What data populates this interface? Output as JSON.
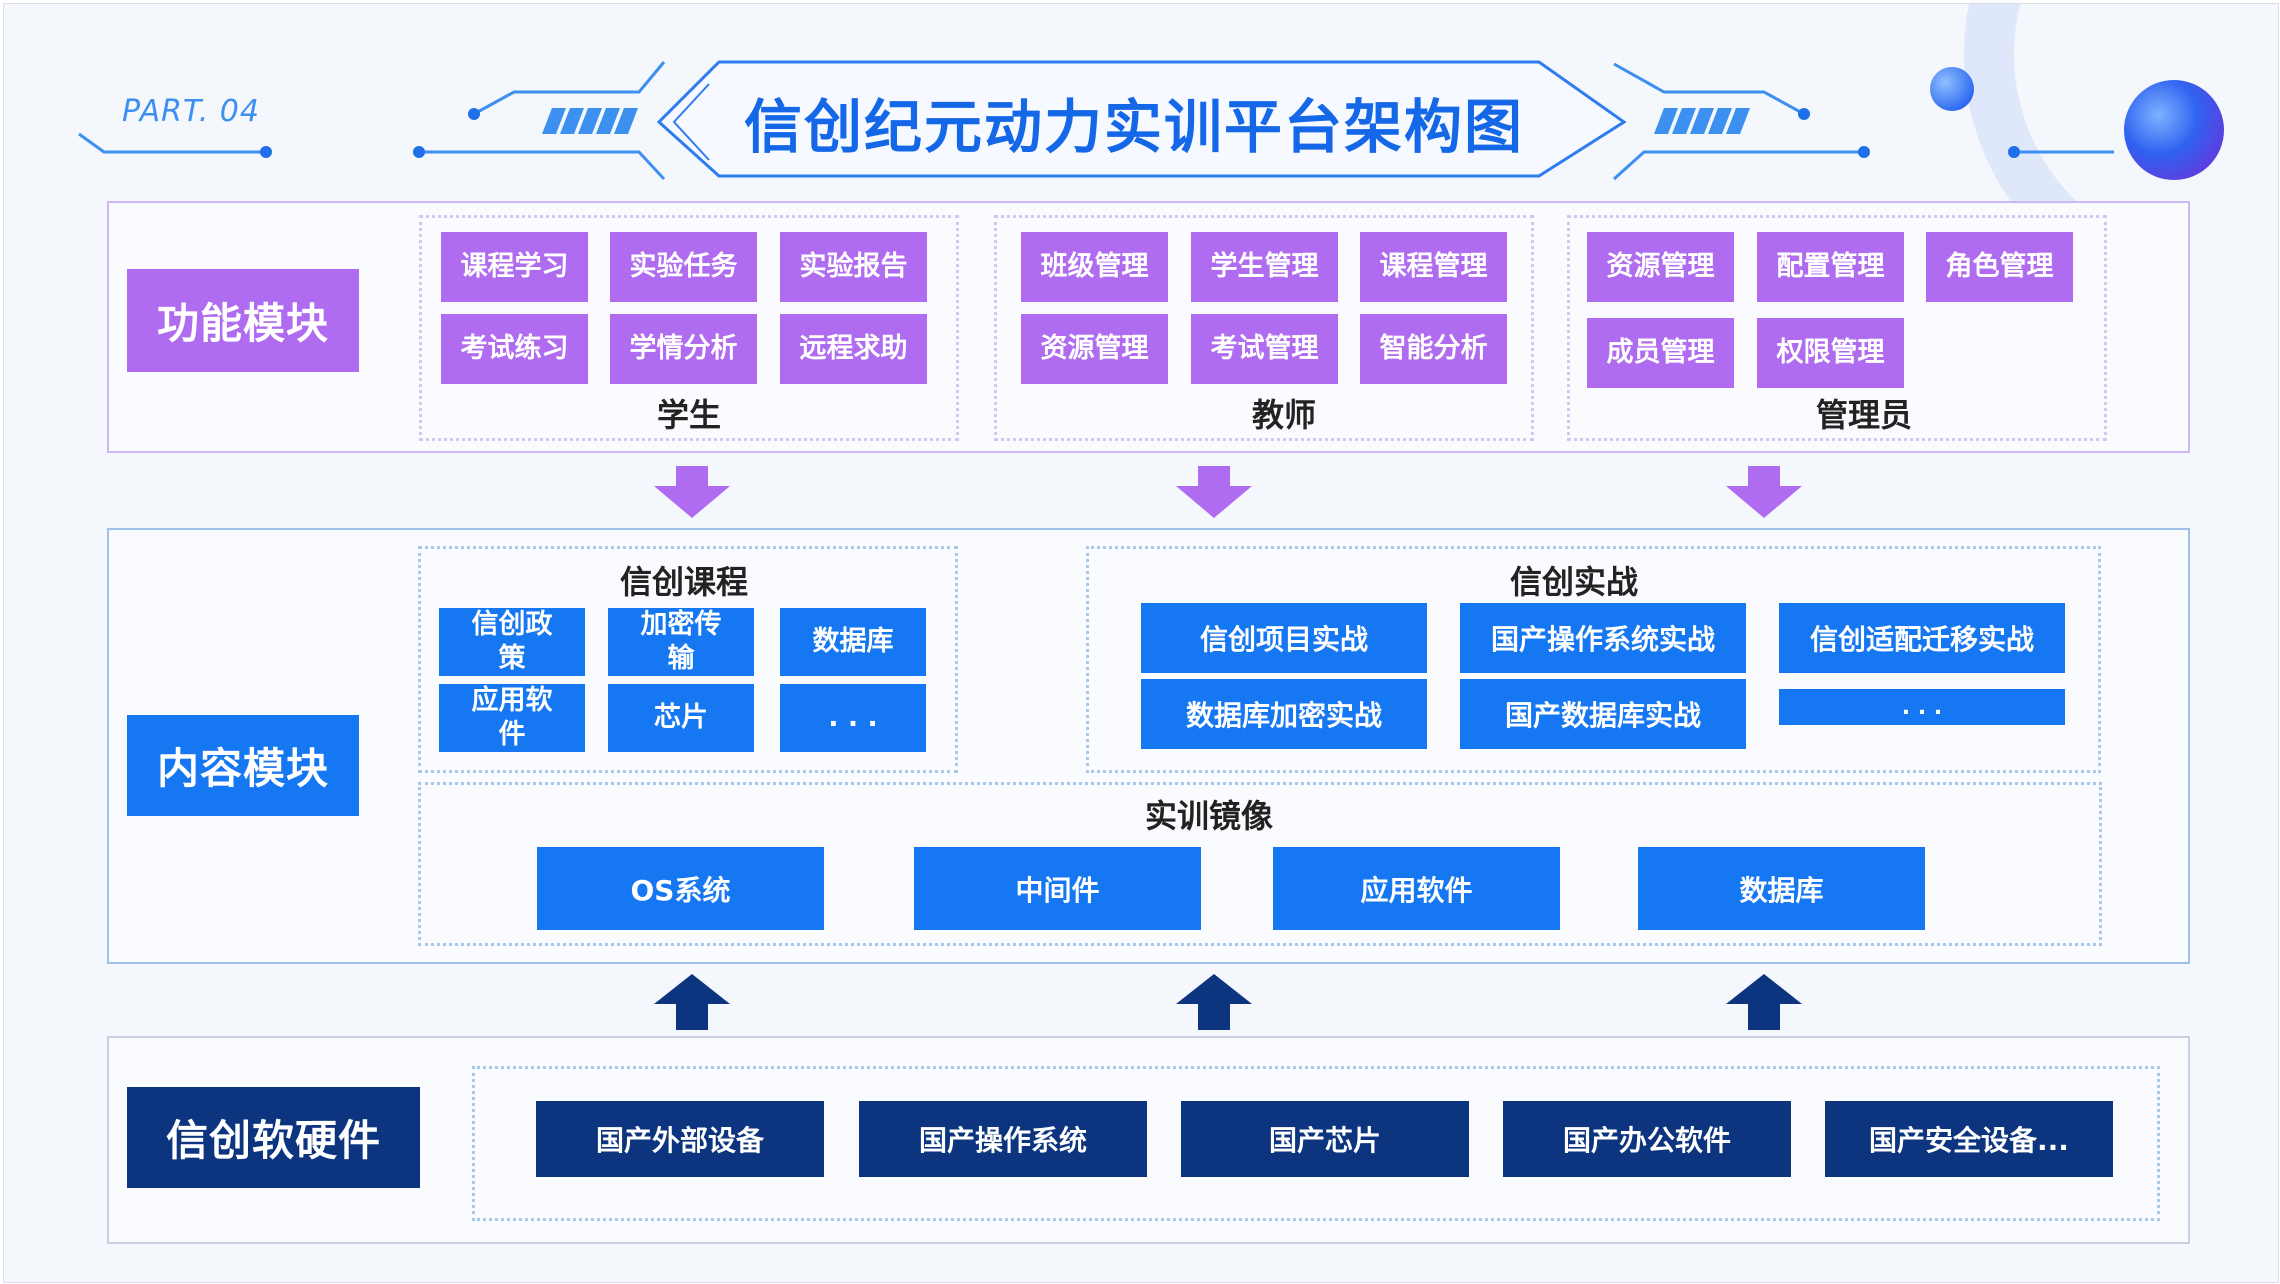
{
  "header": {
    "part_label": "PART. 04",
    "title": "信创纪元动力实训平台架构图"
  },
  "colors": {
    "purple": "#b06cf0",
    "blue": "#1677f2",
    "navy": "#0c347f",
    "title_blue": "#1468e8"
  },
  "function_module": {
    "label": "功能模块",
    "groups": [
      {
        "name": "学生",
        "items": [
          [
            "课程",
            "学习"
          ],
          [
            "实验",
            "任务"
          ],
          [
            "实验",
            "报告"
          ],
          [
            "考试",
            "练习"
          ],
          [
            "学情",
            "分析"
          ],
          [
            "远程",
            "求助"
          ]
        ]
      },
      {
        "name": "教师",
        "items": [
          [
            "班级",
            "管理"
          ],
          [
            "学生",
            "管理"
          ],
          [
            "课程",
            "管理"
          ],
          [
            "资源",
            "管理"
          ],
          [
            "考试",
            "管理"
          ],
          [
            "智能",
            "分析"
          ]
        ]
      },
      {
        "name": "管理员",
        "items": [
          [
            "资源",
            "管理"
          ],
          [
            "配置",
            "管理"
          ],
          [
            "角色",
            "管理"
          ],
          [
            "成员",
            "管理"
          ],
          [
            "权限",
            "管理"
          ]
        ]
      }
    ]
  },
  "content_module": {
    "label": "内容模块",
    "courses": {
      "title": "信创课程",
      "items": [
        [
          "信创政",
          "策"
        ],
        [
          "加密传",
          "输"
        ],
        [
          "数据库"
        ],
        [
          "应用软",
          "件"
        ],
        [
          "芯片"
        ],
        [
          ". . ."
        ]
      ]
    },
    "practice": {
      "title": "信创实战",
      "items": [
        "信创项目实战",
        "国产操作系统实战",
        "信创适配迁移实战",
        "数据库加密实战",
        "国产数据库实战",
        ". . ."
      ]
    },
    "images": {
      "title": "实训镜像",
      "items": [
        "OS系统",
        "中间件",
        "应用软件",
        "数据库"
      ]
    }
  },
  "hardware_module": {
    "label": "信创软硬件",
    "items": [
      "国产外部设备",
      "国产操作系统",
      "国产芯片",
      "国产办公软件",
      "国产安全设备..."
    ]
  }
}
